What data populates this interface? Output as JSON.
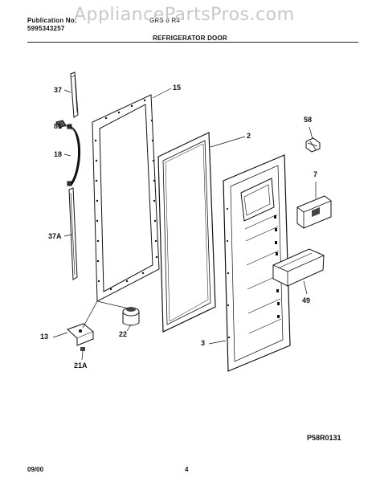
{
  "header": {
    "publication_label": "Publication No.",
    "publication_number": "5995343257",
    "model_code": "GRS 6 R4",
    "section_title": "REFRIGERATOR DOOR",
    "watermark": "AppliancePartsPros.com"
  },
  "parts": [
    {
      "label": "37"
    },
    {
      "label": "15"
    },
    {
      "label": "81"
    },
    {
      "label": "2"
    },
    {
      "label": "18"
    },
    {
      "label": "58"
    },
    {
      "label": "7"
    },
    {
      "label": "37A"
    },
    {
      "label": "49"
    },
    {
      "label": "13"
    },
    {
      "label": "22"
    },
    {
      "label": "3"
    },
    {
      "label": "21A"
    }
  ],
  "footer": {
    "diagram_code": "P58R0131",
    "date": "09/00",
    "page_number": "4"
  }
}
